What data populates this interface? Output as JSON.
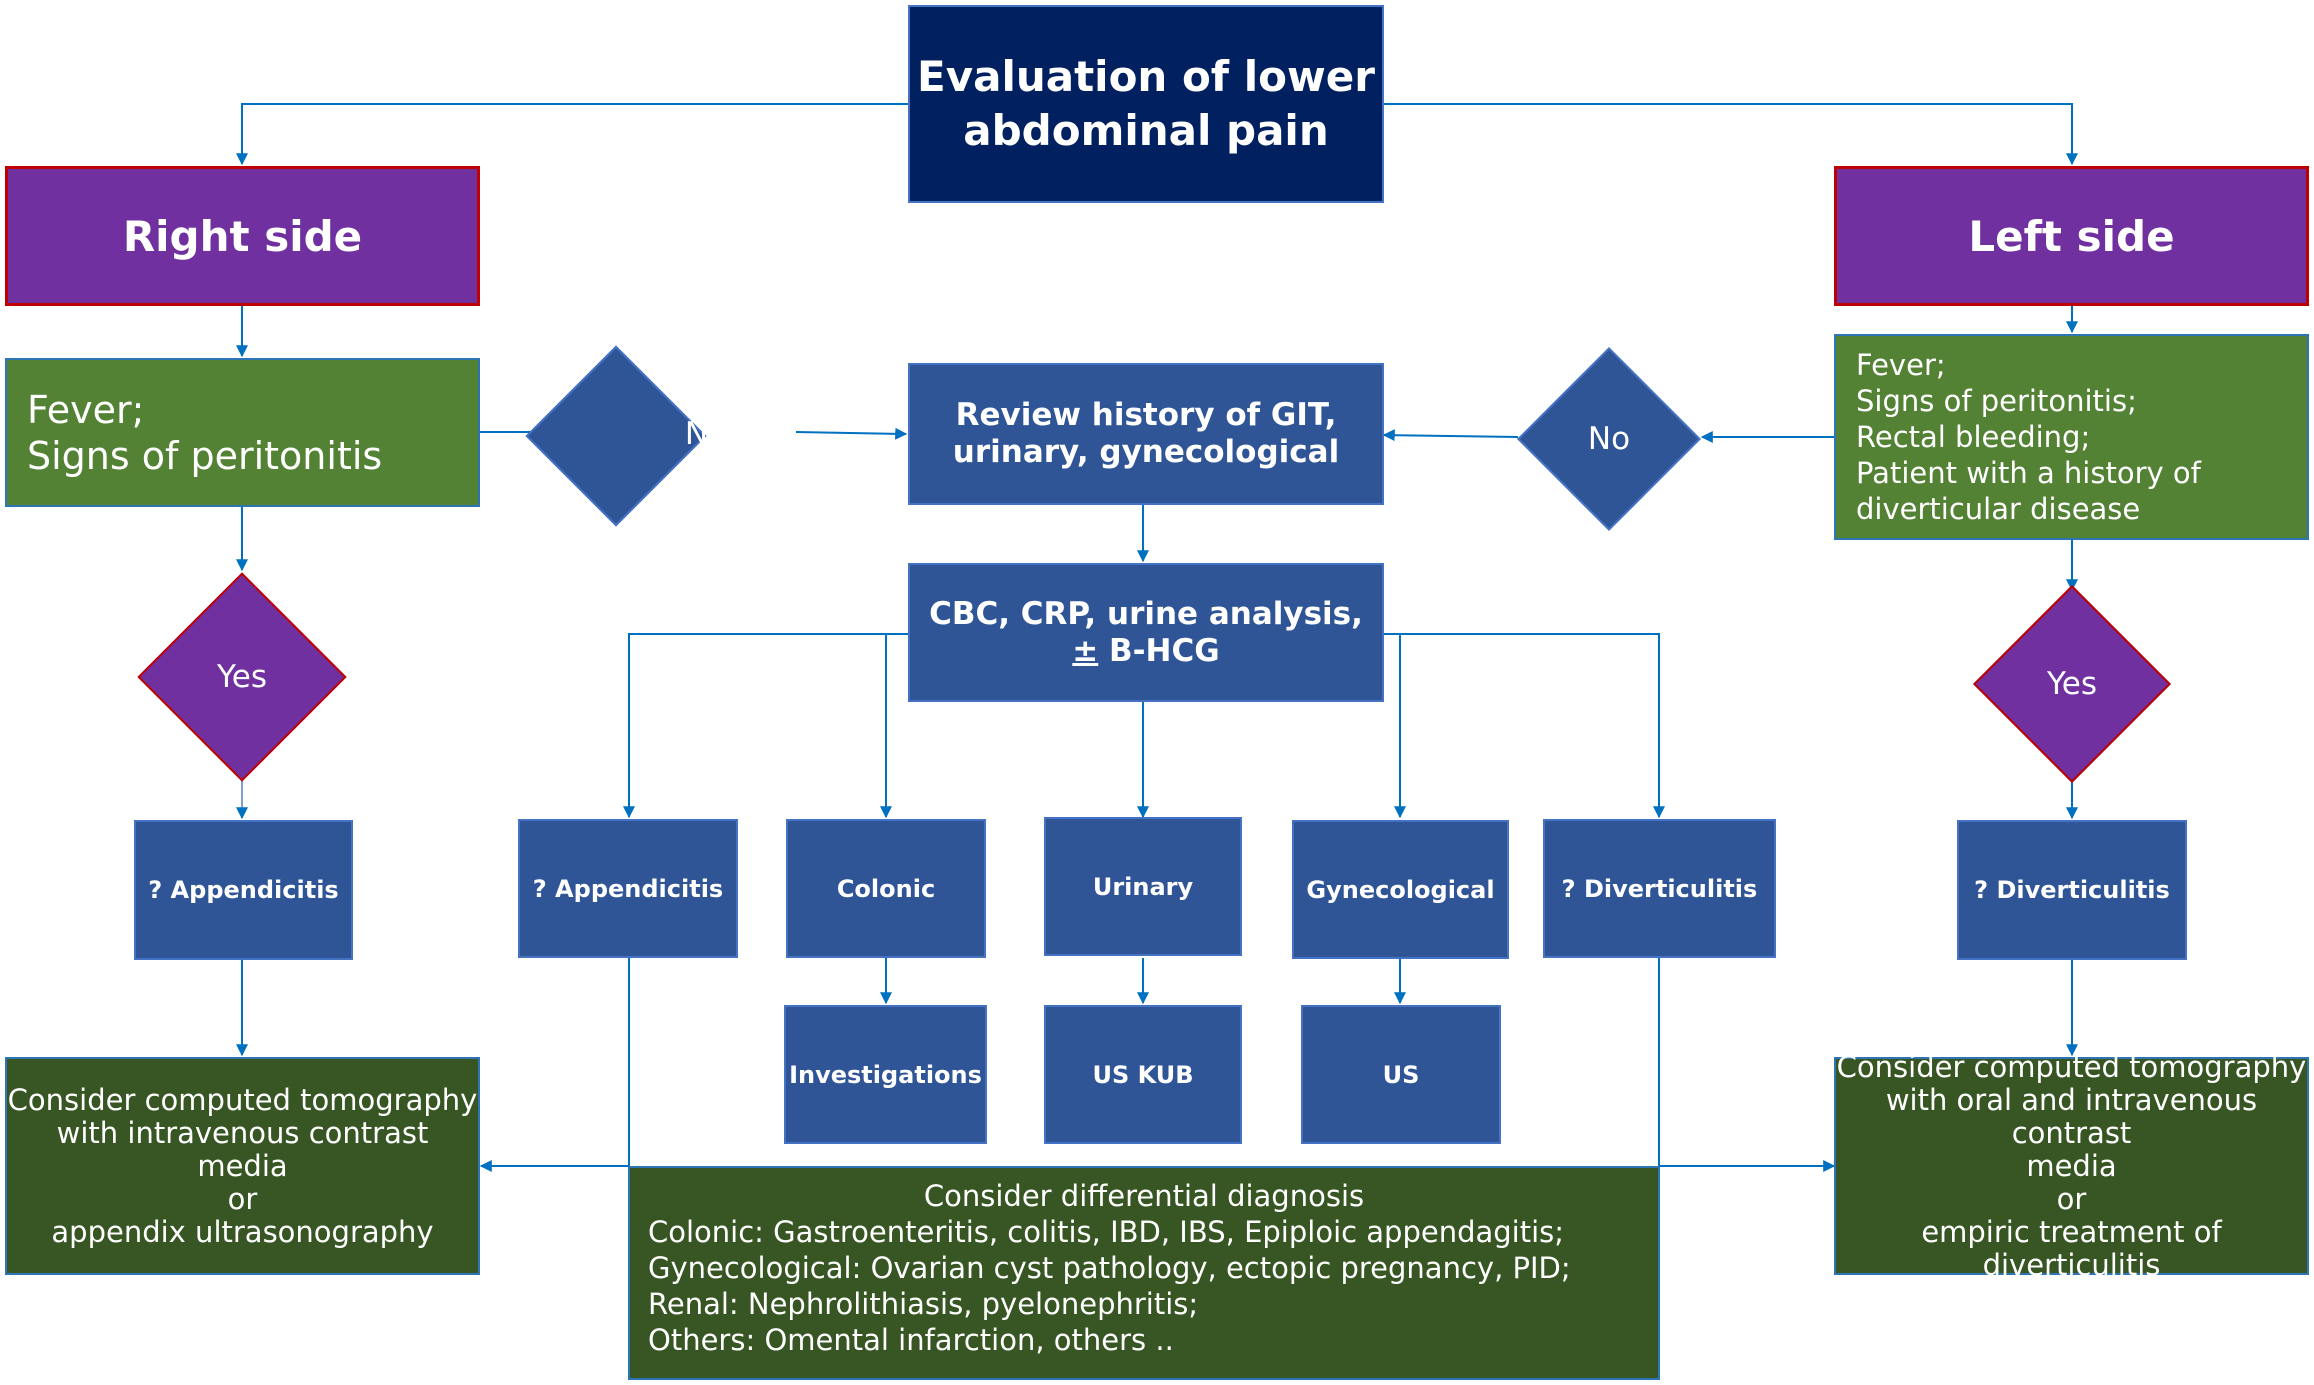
{
  "title": [
    "Evaluation of lower",
    "abdominal pain"
  ],
  "right": {
    "header": "Right side",
    "criteria": [
      "Fever;",
      "Signs of peritonitis"
    ],
    "no": "No",
    "yes": "Yes",
    "suspect": "? Appendicitis",
    "consider": [
      "Consider computed tomography",
      "with intravenous contrast media",
      "or",
      "appendix ultrasonography"
    ]
  },
  "left": {
    "header": "Left side",
    "criteria": [
      "Fever;",
      "Signs of peritonitis;",
      "Rectal bleeding;",
      "Patient with a history of",
      "diverticular disease"
    ],
    "no": "No",
    "yes": "Yes",
    "suspect": "? Diverticulitis",
    "consider": [
      "Consider computed tomography",
      "with oral and intravenous contrast",
      "media",
      "or",
      "empiric treatment of",
      "diverticulitis"
    ]
  },
  "center": {
    "review": [
      "Review history of GIT,",
      "urinary, gynecological"
    ],
    "labs_line1": "CBC, CRP, urine analysis,",
    "labs_pm": "±",
    "labs_line2_rest": " B-HCG",
    "branches": [
      "? Appendicitis",
      "Colonic",
      "Urinary",
      "Gynecological",
      "? Diverticulitis"
    ],
    "tests": [
      "Investigations",
      "US KUB",
      "US"
    ],
    "ddx_title": "Consider differential diagnosis",
    "ddx_lines": [
      "Colonic: Gastroenteritis, colitis, IBD, IBS, Epiploic appendagitis;",
      "Gynecological: Ovarian cyst pathology, ectopic pregnancy, PID;",
      "Renal: Nephrolithiasis, pyelonephritis;",
      "Others: Omental infarction, others .."
    ]
  },
  "colors": {
    "title_fill": "#002060",
    "side_fill": "#7030a0",
    "side_border": "#c00000",
    "criteria_fill": "#548235",
    "node_fill": "#2f5597",
    "consider_fill": "#375623",
    "connector": "#0070c0"
  }
}
